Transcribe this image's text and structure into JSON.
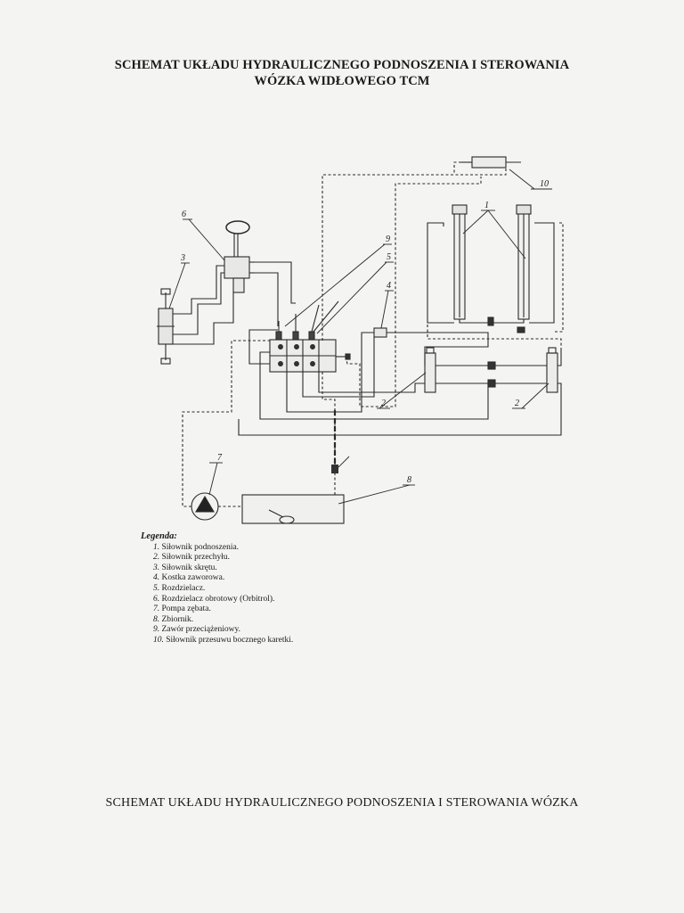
{
  "title": {
    "line1": "SCHEMAT UKŁADU HYDRAULICZNEGO PODNOSZENIA I STEROWANIA",
    "line2": "WÓZKA WIDŁOWEGO TCM"
  },
  "callouts": {
    "c1": "1",
    "c2a": "2",
    "c2b": "2",
    "c3": "3",
    "c4": "4",
    "c5": "5",
    "c6": "6",
    "c7": "7",
    "c8": "8",
    "c9": "9",
    "c10": "10"
  },
  "legend": {
    "heading": "Legenda:",
    "items": [
      {
        "num": "1.",
        "text": "Siłownik podnoszenia."
      },
      {
        "num": "2.",
        "text": "Siłownik przechyłu."
      },
      {
        "num": "3.",
        "text": "Siłownik skrętu."
      },
      {
        "num": "4.",
        "text": "Kostka zaworowa."
      },
      {
        "num": "5.",
        "text": "Rozdzielacz."
      },
      {
        "num": "6.",
        "text": "Rozdzielacz obrotowy (Orbitrol)."
      },
      {
        "num": "7.",
        "text": "Pompa zębata."
      },
      {
        "num": "8.",
        "text": "Zbiornik."
      },
      {
        "num": "9.",
        "text": "Zawór przeciążeniowy."
      },
      {
        "num": "10.",
        "text": "Siłownik przesuwu bocznego karetki."
      }
    ]
  },
  "footer": {
    "caption": "SCHEMAT UKŁADU HYDRAULICZNEGO PODNOSZENIA I STEROWANIA WÓZKA"
  }
}
